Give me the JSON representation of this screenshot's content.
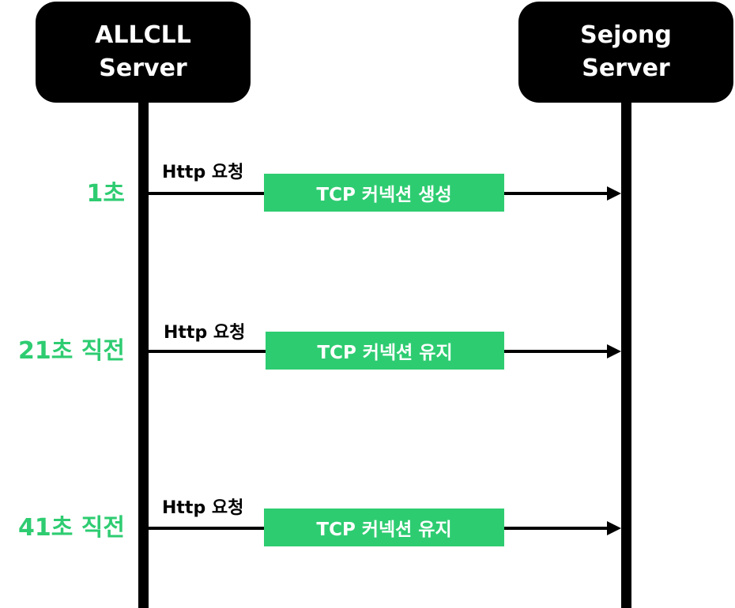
{
  "actors": {
    "left": {
      "line1": "ALLCLL",
      "line2": "Server"
    },
    "right": {
      "line1": "Sejong",
      "line2": "Server"
    }
  },
  "messages": [
    {
      "time": "1초",
      "request": "Http 요청",
      "action": "TCP 커넥션 생성"
    },
    {
      "time": "21초 직전",
      "request": "Http 요청",
      "action": "TCP 커넥션 유지"
    },
    {
      "time": "41초 직전",
      "request": "Http 요청",
      "action": "TCP 커넥션 유지"
    }
  ],
  "colors": {
    "accent": "#2ecc71",
    "actor_bg": "#000000",
    "line": "#000000"
  }
}
